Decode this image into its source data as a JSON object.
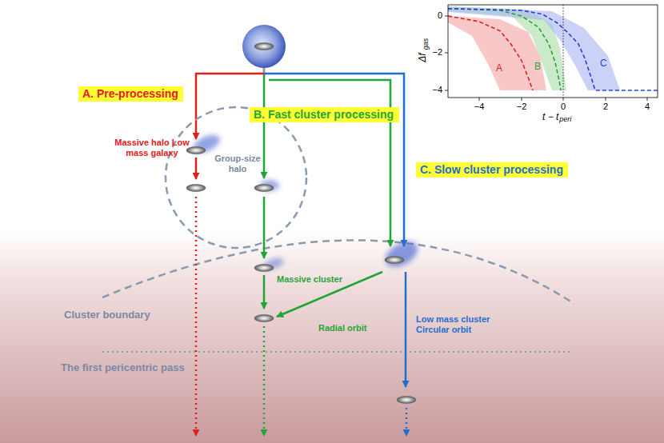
{
  "diagram": {
    "nodes": [
      {
        "text": [
          "A. Pre-processing"
        ]
      },
      {
        "text": [
          "Group-size halo"
        ]
      },
      {
        "text": [
          "B. Fast cluster processing"
        ]
      },
      {
        "text": [
          "C. Slow cluster processing"
        ]
      }
    ],
    "labels": [
      "Massive halo Low mass galaxy",
      "Massive cluster",
      "Radial orbit",
      "Low mass cluster Circular orbit",
      "Cluster boundary",
      "The first pericentric pass",
      "0",
      "−2",
      "−4",
      "−4",
      "−2",
      "0",
      "2",
      "4",
      "Δf",
      "gas",
      "t − t",
      "peri",
      "A",
      "B",
      "C"
    ]
  }
}
